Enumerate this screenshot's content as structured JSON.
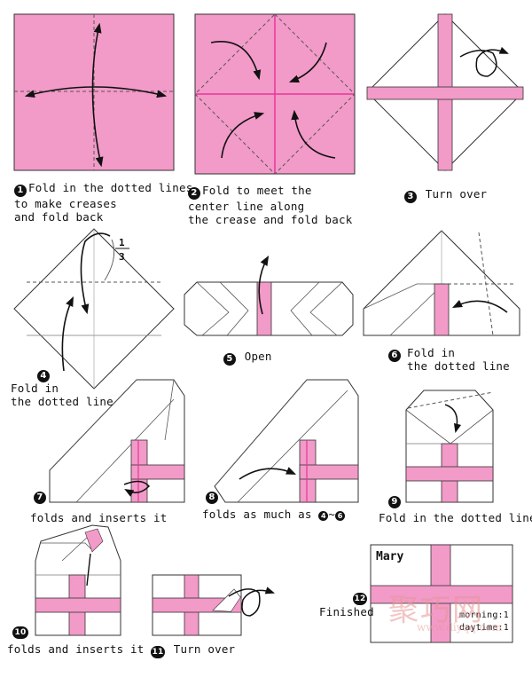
{
  "colors": {
    "pink": "#f29ac8",
    "deep_pink": "#e9359b",
    "stroke": "#333333",
    "paper_back": "#ffffff"
  },
  "steps": [
    {
      "num": "1",
      "text": "Fold in the dotted lines\nto make creases\nand fold back"
    },
    {
      "num": "2",
      "text": "Fold to meet the\ncenter line along\nthe crease and fold back"
    },
    {
      "num": "3",
      "text": "Turn over"
    },
    {
      "num": "4",
      "text": "Fold in\nthe dotted line"
    },
    {
      "num": "5",
      "text": "Open"
    },
    {
      "num": "6",
      "text": "Fold in\nthe dotted line"
    },
    {
      "num": "7",
      "text": "folds and inserts it"
    },
    {
      "num": "8",
      "text": "folds as much as",
      "ref_from": "4",
      "ref_sep": "~",
      "ref_to": "6"
    },
    {
      "num": "9",
      "text": "Fold in the dotted line"
    },
    {
      "num": "10",
      "text": "folds and inserts it"
    },
    {
      "num": "11",
      "text": "Turn over"
    },
    {
      "num": "12",
      "text": "Finished"
    }
  ],
  "fraction": {
    "numerator": "1",
    "denominator": "3"
  },
  "finished_card": {
    "name": "Mary",
    "line1": "morning:1",
    "line2": "daytime:1"
  },
  "watermark": {
    "brand": "聚巧网",
    "url": "www.diyqq.com"
  }
}
